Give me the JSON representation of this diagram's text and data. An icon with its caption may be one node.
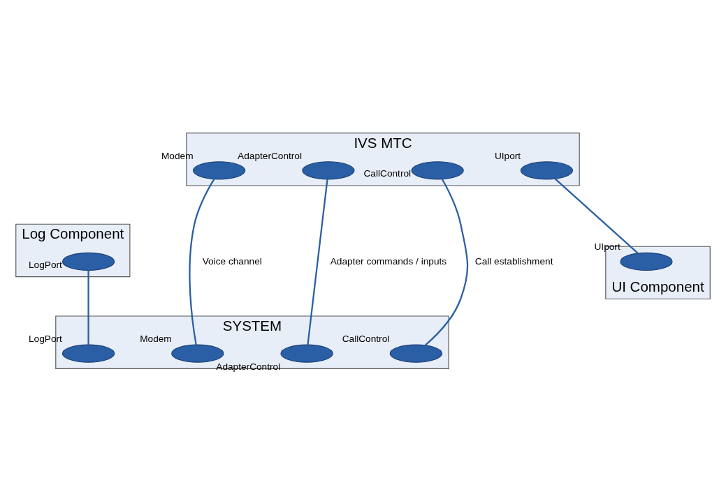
{
  "diagram": {
    "nodes": [
      {
        "text": [
          "IVS MTC"
        ]
      },
      {
        "text": [],
        "shape": "ellipse",
        "beside": [
          "Modem"
        ],
        "in": 0
      },
      {
        "text": [],
        "shape": "ellipse",
        "beside": [
          "AdapterControl"
        ],
        "in": 0
      },
      {
        "text": [],
        "shape": "ellipse",
        "beside": [
          "CallControl"
        ],
        "in": 0
      },
      {
        "text": [],
        "shape": "ellipse",
        "beside": [
          "UIport"
        ],
        "in": 0
      },
      {
        "text": [
          "Log Component"
        ]
      },
      {
        "text": [],
        "shape": "ellipse",
        "beside": [
          "LogPort"
        ],
        "in": 5
      },
      {
        "text": [
          "UI Component"
        ]
      },
      {
        "text": [],
        "shape": "ellipse",
        "beside": [
          "UIport"
        ],
        "in": 7
      },
      {
        "text": [
          "SYSTEM"
        ]
      },
      {
        "text": [],
        "shape": "ellipse",
        "beside": [
          "LogPort"
        ],
        "in": 9
      },
      {
        "text": [],
        "shape": "ellipse",
        "beside": [
          "Modem"
        ],
        "in": 9
      },
      {
        "text": [],
        "shape": "ellipse",
        "beside": [
          "AdapterControl"
        ],
        "in": 9
      },
      {
        "text": [],
        "shape": "ellipse",
        "beside": [
          "CallControl"
        ],
        "in": 9
      }
    ],
    "edges": [
      {
        "from": 4,
        "to": 8,
        "arrow": "none"
      },
      {
        "from": 6,
        "to": 10,
        "arrow": "none"
      },
      {
        "from": 1,
        "to": 11,
        "arrow": "none",
        "label": "Voice channel"
      },
      {
        "from": 2,
        "to": 12,
        "arrow": "none",
        "label": "Adapter commands / inputs"
      },
      {
        "from": 3,
        "to": 13,
        "arrow": "none",
        "label": "Call establishment"
      }
    ]
  }
}
